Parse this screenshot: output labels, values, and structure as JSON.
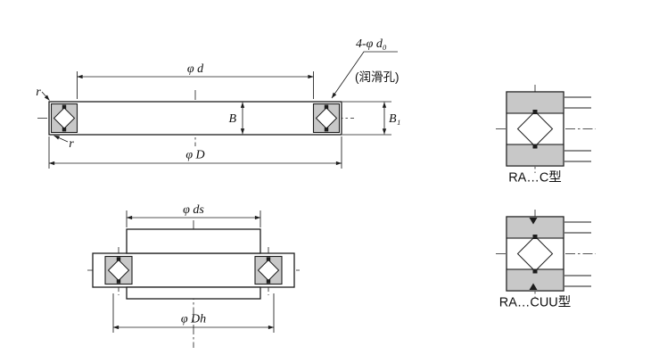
{
  "drawing": {
    "background": "#ffffff",
    "line_color": "#1d1d1d",
    "section_fill": "#c8c8c8"
  },
  "front_view": {
    "bore_diameter_label": "φ d",
    "outer_diameter_label": "φ D",
    "width_label": "B",
    "outer_width_label": "B₁",
    "lube_holes_label": "4-φ d₀",
    "lube_holes_note": "(润滑孔)",
    "fillet_top_label": "r",
    "fillet_bottom_label": "r"
  },
  "mounting_view": {
    "shaft_seat_diameter_label": "φ ds",
    "housing_bore_diameter_label": "φ Dh"
  },
  "detail_views": [
    {
      "label": "RA…C型"
    },
    {
      "label": "RA…CUU型"
    }
  ]
}
